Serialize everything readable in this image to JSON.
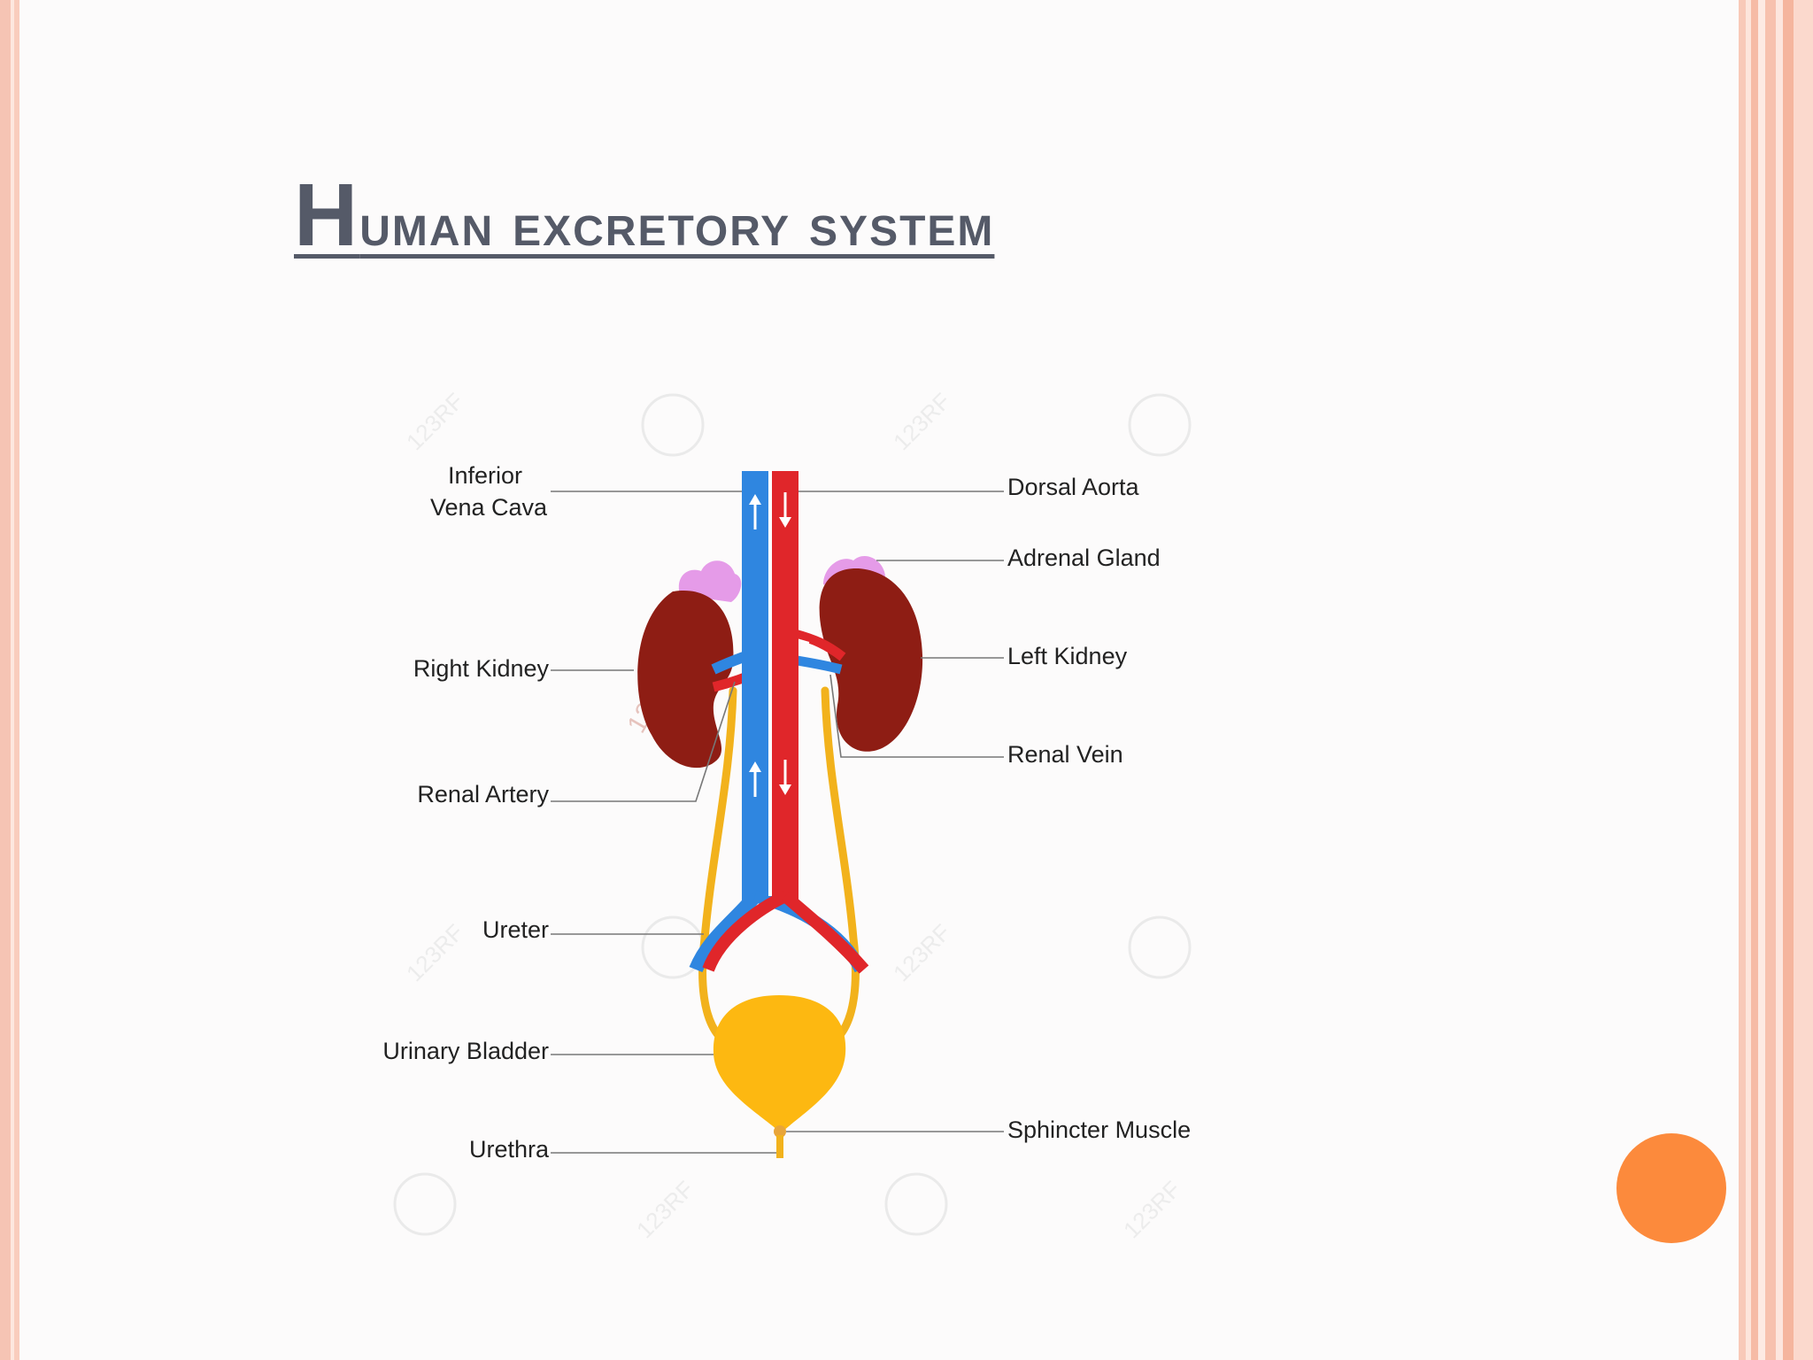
{
  "slide": {
    "title_initial": "H",
    "title_rest": "uman excretory system"
  },
  "diagram": {
    "labels": {
      "inferior_vena_cava_line1": "Inferior",
      "inferior_vena_cava_line2": "Vena Cava",
      "dorsal_aorta": "Dorsal Aorta",
      "adrenal_gland": "Adrenal Gland",
      "right_kidney": "Right Kidney",
      "left_kidney": "Left Kidney",
      "renal_vein": "Renal Vein",
      "renal_artery": "Renal Artery",
      "ureter": "Ureter",
      "urinary_bladder": "Urinary Bladder",
      "urethra": "Urethra",
      "sphincter_muscle": "Sphincter Muscle"
    },
    "watermark_text": "123RF",
    "colors": {
      "vein": "#2f86e0",
      "artery": "#e0262a",
      "kidney": "#8e1d14",
      "adrenal": "#e59be8",
      "ureter": "#f2b21c",
      "bladder": "#fdb811"
    }
  },
  "decor": {
    "accent": "#fc8a3c"
  }
}
